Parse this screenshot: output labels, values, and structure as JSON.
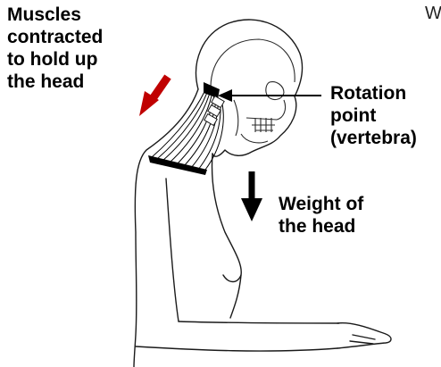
{
  "labels": {
    "muscles": [
      "Muscles",
      "contracted",
      "to hold up",
      "the head"
    ],
    "rotation": [
      "Rotation",
      "point",
      "(vertebra)"
    ],
    "weight": [
      "Weight of",
      "the head"
    ],
    "corner": "W"
  },
  "colors": {
    "muscle_arrow": "#c00000",
    "weight_arrow": "#000000",
    "outline": "#1a1a1a",
    "muscle_fibers": "#000000"
  },
  "icons": {
    "muscle_arrow": "arrow-down-left-icon",
    "weight_arrow": "arrow-down-icon",
    "rotation_arrow": "arrow-left-icon"
  }
}
